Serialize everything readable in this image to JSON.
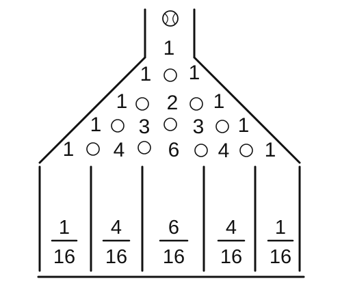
{
  "ball": {
    "icon": "baseball-icon"
  },
  "rows": [
    [
      "1"
    ],
    [
      "1",
      "1"
    ],
    [
      "1",
      "2",
      "1"
    ],
    [
      "1",
      "3",
      "3",
      "1"
    ],
    [
      "1",
      "4",
      "6",
      "4",
      "1"
    ]
  ],
  "bins": [
    {
      "numerator": "1",
      "denominator": "16"
    },
    {
      "numerator": "4",
      "denominator": "16"
    },
    {
      "numerator": "6",
      "denominator": "16"
    },
    {
      "numerator": "4",
      "denominator": "16"
    },
    {
      "numerator": "1",
      "denominator": "16"
    }
  ]
}
